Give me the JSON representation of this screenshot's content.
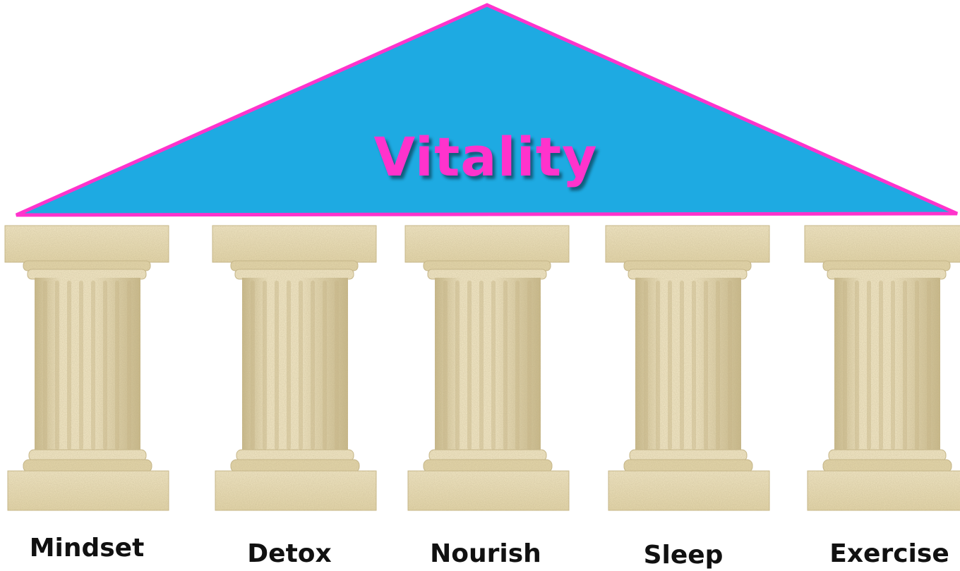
{
  "title": "Vitality",
  "pillars": [
    {
      "label": "Mindset"
    },
    {
      "label": "Detox"
    },
    {
      "label": "Nourish"
    },
    {
      "label": "Sleep"
    },
    {
      "label": "Exercise"
    }
  ],
  "colors": {
    "roof_fill": "#1eaae2",
    "roof_stroke": "#ff33cc",
    "title": "#ff33cc",
    "stone_light": "#efe4c2",
    "stone_mid": "#e2d4a8",
    "stone_dark": "#c9b98a",
    "label": "#111111"
  }
}
